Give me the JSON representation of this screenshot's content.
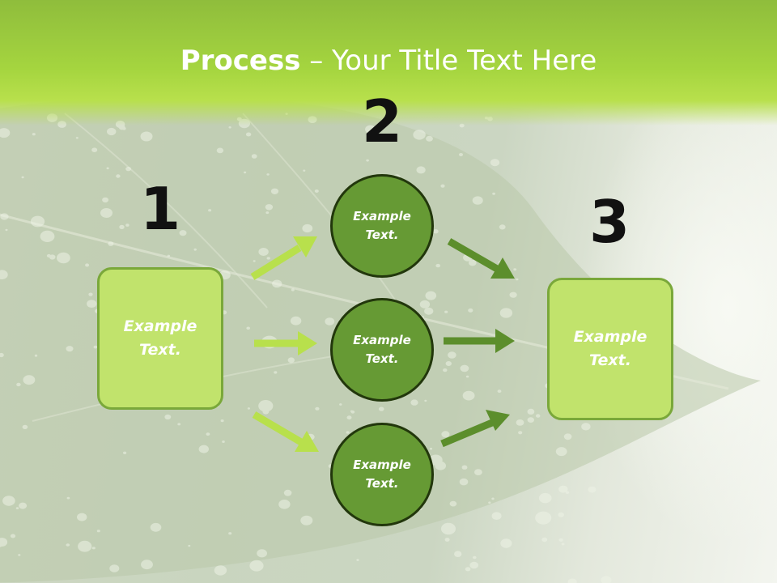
{
  "title": {
    "bold": "Process",
    "rest": " – Your Title Text Here"
  },
  "steps": [
    {
      "number": "1",
      "label": "Example\nText."
    },
    {
      "number": "2",
      "items": [
        {
          "label": "Example\nText."
        },
        {
          "label": "Example\nText."
        },
        {
          "label": "Example\nText."
        }
      ]
    },
    {
      "number": "3",
      "label": "Example\nText."
    }
  ],
  "colors": {
    "title_band": "#a5d53f",
    "box_fill": "#c1e36c",
    "circle_fill": "#669a34",
    "arrow_light": "#b8e04c",
    "arrow_dark": "#5c8e2c"
  }
}
